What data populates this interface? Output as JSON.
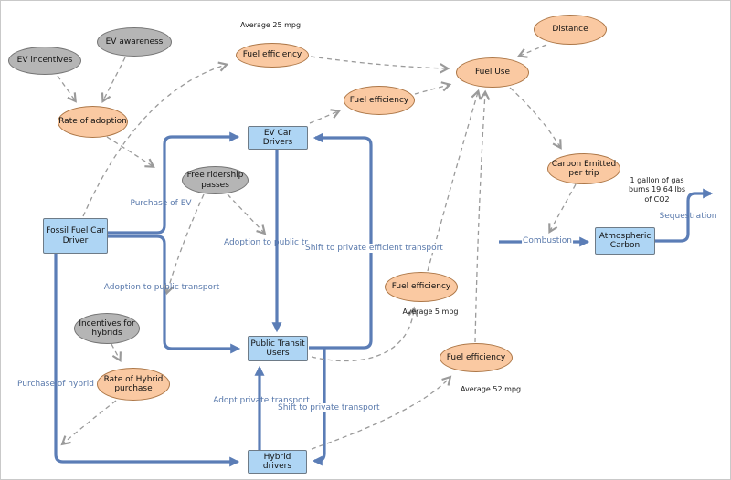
{
  "colors": {
    "stock_fill": "#aed5f4",
    "stock_border": "#6e7b87",
    "variable_fill": "#fac9a2",
    "variable_border": "#ad7747",
    "external_fill": "#b5b5b5",
    "external_border": "#757575",
    "flow": "#5b7db6",
    "link": "#9a9a9a",
    "flow_label": "#5878ab"
  },
  "nodes": {
    "ev_incentives": {
      "label": "EV incentives"
    },
    "ev_awareness": {
      "label": "EV awareness"
    },
    "rate_of_adoption": {
      "label": "Rate of adoption"
    },
    "fuel_efficiency_fossil": {
      "label": "Fuel efficiency"
    },
    "fuel_efficiency_ev": {
      "label": "Fuel efficiency"
    },
    "fuel_use": {
      "label": "Fuel Use"
    },
    "distance": {
      "label": "Distance"
    },
    "carbon_emitted": {
      "label": "Carbon Emitted\nper trip"
    },
    "free_ridership": {
      "label": "Free ridership\npasses"
    },
    "incentives_hybrids": {
      "label": "Incentives for\nhybrids"
    },
    "rate_hybrid": {
      "label": "Rate of Hybrid\npurchase"
    },
    "fuel_efficiency_transit": {
      "label": "Fuel efficiency"
    },
    "fuel_efficiency_hybrid": {
      "label": "Fuel efficiency"
    },
    "fossil_driver": {
      "label": "Fossil Fuel Car\nDriver"
    },
    "ev_drivers": {
      "label": "EV Car\nDrivers"
    },
    "transit_users": {
      "label": "Public Transit\nUsers"
    },
    "hybrid_drivers": {
      "label": "Hybrid\ndrivers"
    },
    "atmospheric_carbon": {
      "label": "Atmospheric\nCarbon"
    }
  },
  "flow_labels": {
    "purchase_ev": "Purchase of EV",
    "adoption_public_short": "Adoption to public tr",
    "shift_private_efficient": "Shift to private efficient transport",
    "adoption_public": "Adoption to public transport",
    "purchase_hybrid": "Purchase of hybrid",
    "adopt_private": "Adopt private transport",
    "shift_private": "Shift to private transport",
    "combustion": "Combustion",
    "sequestration": "Sequestration"
  },
  "annotations": {
    "avg25": "Average 25 mpg",
    "avg5": "Average 5 mpg",
    "avg52": "Average 52 mpg",
    "gallon_note": "1 gallon of gas\nburns 19.64 lbs\nof CO2"
  }
}
